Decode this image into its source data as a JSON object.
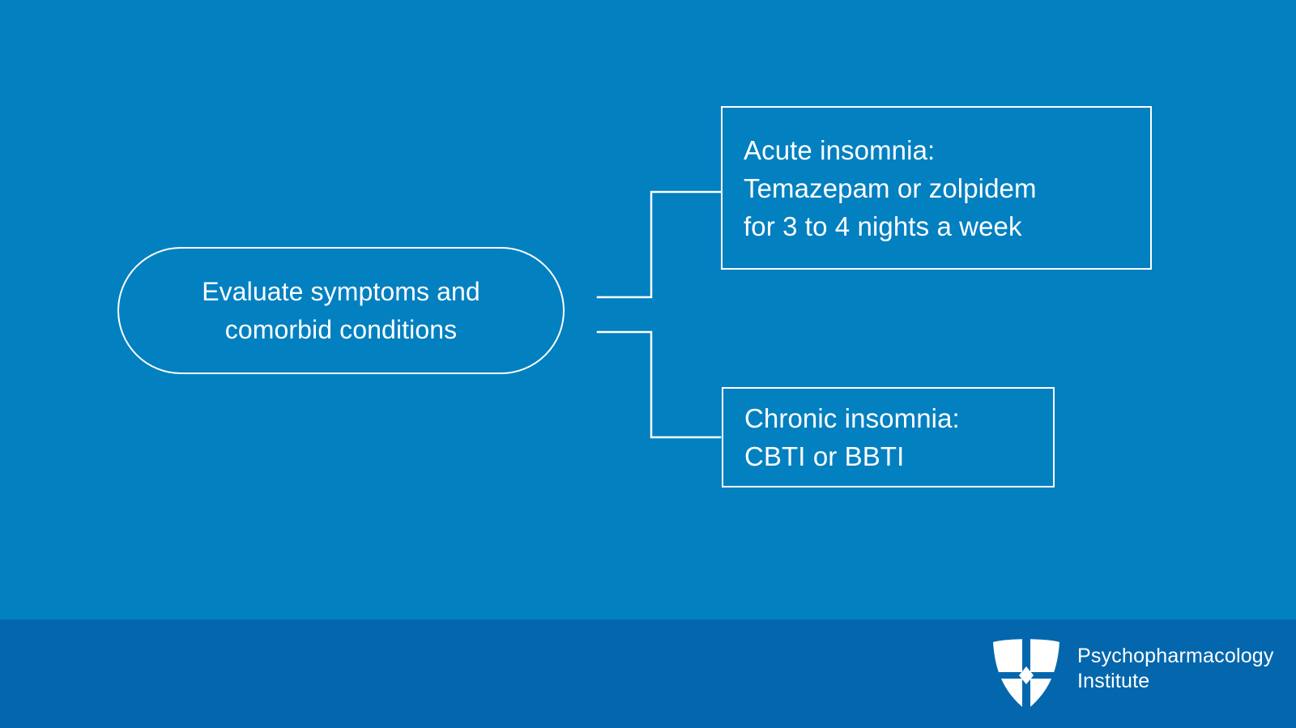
{
  "slide": {
    "background_color": "#0380c0",
    "footer_color": "#0467ad",
    "stroke_color": "#ffffff",
    "text_color": "#ffffff"
  },
  "diagram": {
    "type": "flowchart",
    "nodes": [
      {
        "id": "evaluate",
        "shape": "stadium",
        "lines": [
          "Evaluate symptoms and",
          "comorbid conditions"
        ]
      },
      {
        "id": "acute",
        "shape": "rectangle",
        "lines": [
          "Acute insomnia:",
          "Temazepam or zolpidem",
          "for 3 to 4 nights a week"
        ]
      },
      {
        "id": "chronic",
        "shape": "rectangle",
        "lines": [
          "Chronic insomnia:",
          "CBTI or BBTI"
        ]
      }
    ],
    "edges": [
      {
        "from": "evaluate",
        "to": "acute",
        "style": "elbow"
      },
      {
        "from": "evaluate",
        "to": "chronic",
        "style": "elbow"
      }
    ]
  },
  "footer": {
    "logo": {
      "icon": "shield-logo-icon",
      "wordmark_lines": [
        "Psychopharmacology",
        "Institute"
      ]
    }
  }
}
